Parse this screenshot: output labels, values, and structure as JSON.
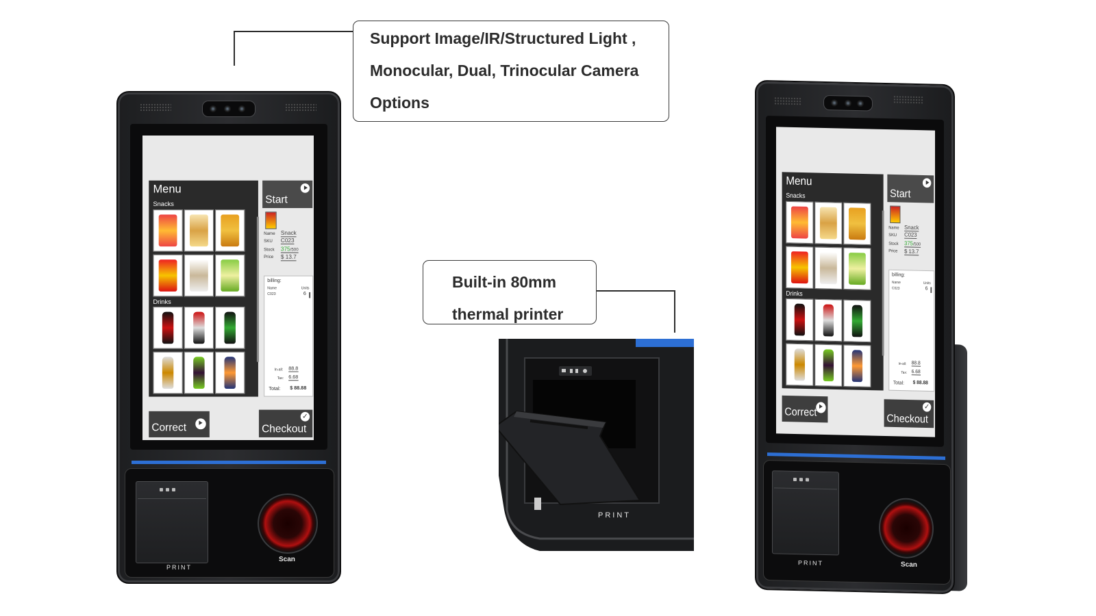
{
  "callouts": {
    "camera": {
      "line1": "Support Image/IR/Structured Light ,",
      "line2": "Monocular, Dual, Trinocular Camera",
      "line3": "Options"
    },
    "printer": {
      "line1": "Built-in 80mm",
      "line2": "thermal printer"
    }
  },
  "kiosk_ui": {
    "menu_title": "Menu",
    "category_snacks": "Snacks",
    "category_drinks": "Drinks",
    "start_label": "Start",
    "product": {
      "name_label": "Name",
      "name_value": "Snack",
      "sku_label": "SKU",
      "sku_value": "C023",
      "stock_label": "Stock",
      "stock_value": "375",
      "stock_total": "/500",
      "price_label": "Price",
      "price_value": "$ 13.7"
    },
    "billing": {
      "title": "billing:",
      "col_name": "Name",
      "col_units": "Units",
      "row_sku": "C023",
      "row_units": "6",
      "in_all_label": "In-all:",
      "in_all_value": "88.8",
      "tax_label": "Tax:",
      "tax_value": "6.68",
      "total_label": "Total:",
      "total_value": "$ 88.88"
    },
    "correct_label": "Correct",
    "checkout_label": "Checkout"
  },
  "hardware": {
    "scan_label": "Scan",
    "print_label": "PRINT"
  },
  "colors": {
    "accent_blue": "#2d6fd4",
    "scanner_red": "#b01010",
    "body_dark": "#1d1e20"
  }
}
